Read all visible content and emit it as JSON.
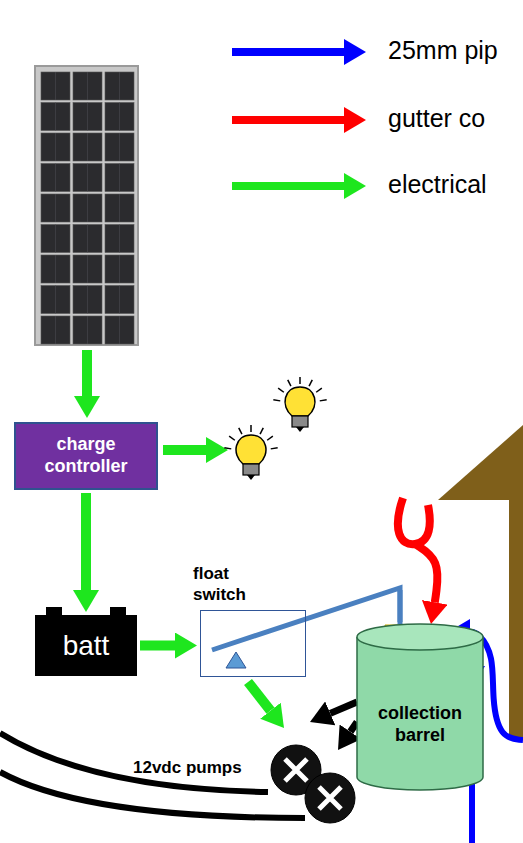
{
  "diagram": {
    "nodes": [
      {
        "text": [
          "charge controller"
        ]
      },
      {
        "text": [
          "batt"
        ]
      },
      {
        "text": [
          "float switch"
        ]
      },
      {
        "text": [
          "collection barrel"
        ]
      }
    ],
    "edges": [
      {
        "from": 0,
        "to": 1,
        "arrow": "to"
      },
      {
        "from": 1,
        "to": 2,
        "arrow": "to"
      }
    ],
    "labels": [
      "12vdc pumps"
    ],
    "legend": [
      {
        "text": "25mm pip"
      },
      {
        "text": "gutter co"
      },
      {
        "text": "electrical"
      }
    ]
  }
}
